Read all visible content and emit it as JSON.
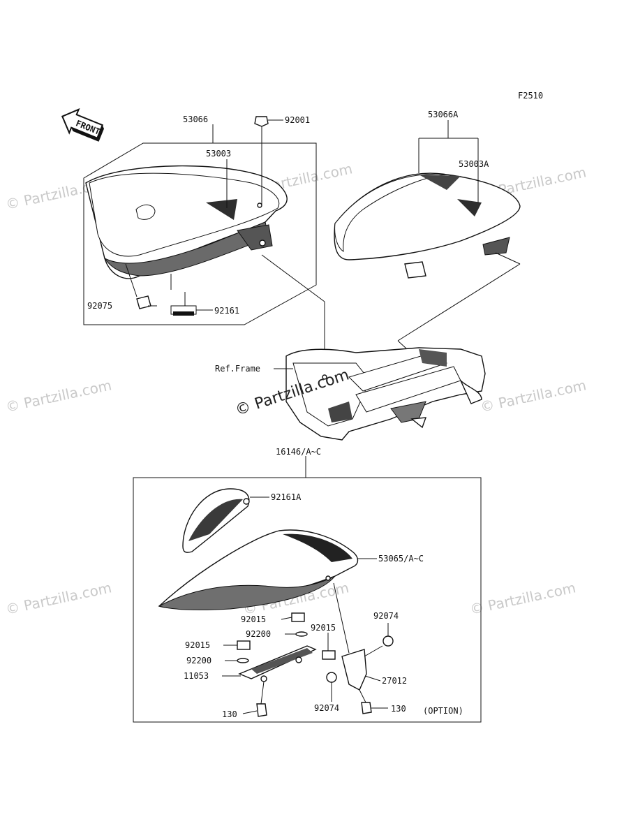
{
  "figure_code": "F2510",
  "front_label": "FRONT",
  "watermark_text": "© Partzilla.com",
  "watermark_center": "© Partzilla.com",
  "labels": {
    "p53066": "53066",
    "p92001": "92001",
    "p53003": "53003",
    "p92075": "92075",
    "p92161": "92161",
    "p53066a": "53066A",
    "p53003a": "53003A",
    "ref_frame": "Ref.Frame",
    "p16146": "16146/A~C",
    "p92161a": "92161A",
    "p53065": "53065/A~C",
    "p92015_a": "92015",
    "p92074_a": "92074",
    "p92015_b": "92015",
    "p92200_a": "92200",
    "p92015_c": "92015",
    "p92200_b": "92200",
    "p11053": "11053",
    "p27012": "27012",
    "p92074_b": "92074",
    "p130_a": "130",
    "p130_b": "130",
    "option": "(OPTION)"
  }
}
